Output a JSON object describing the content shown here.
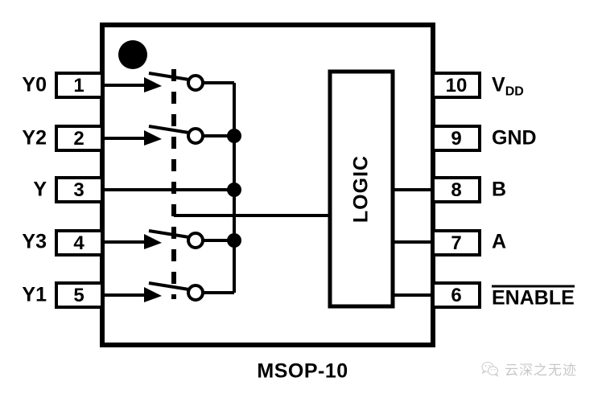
{
  "diagram": {
    "package_label": "MSOP-10",
    "logic_block_label": "LOGIC",
    "pins_left": [
      {
        "number": "1",
        "name": "Y0"
      },
      {
        "number": "2",
        "name": "Y2"
      },
      {
        "number": "3",
        "name": "Y"
      },
      {
        "number": "4",
        "name": "Y3"
      },
      {
        "number": "5",
        "name": "Y1"
      }
    ],
    "pins_right": [
      {
        "number": "10",
        "name": "V",
        "subscript": "DD",
        "overbar": false
      },
      {
        "number": "9",
        "name": "GND",
        "subscript": "",
        "overbar": false
      },
      {
        "number": "8",
        "name": "B",
        "subscript": "",
        "overbar": false
      },
      {
        "number": "7",
        "name": "A",
        "subscript": "",
        "overbar": false
      },
      {
        "number": "6",
        "name": "ENABLE",
        "subscript": "",
        "overbar": true
      }
    ]
  },
  "watermark": {
    "text": "云深之无迹",
    "icon": "wechat-logo-icon"
  },
  "colors": {
    "line": "#000000",
    "background": "#ffffff",
    "watermark": "#7c7c7c"
  }
}
